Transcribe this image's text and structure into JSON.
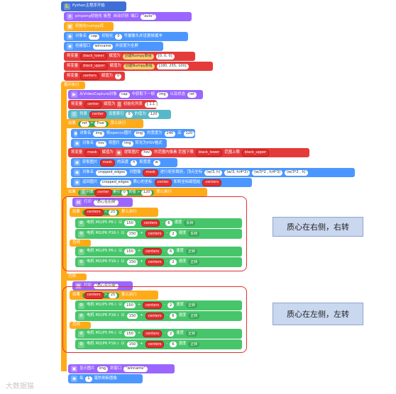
{
  "blocks": {
    "start": "Python主程序开始",
    "cam_init_a": "pinpong初始化 板型",
    "cam_init_b": "自动识别",
    "cam_init_c": "端口",
    "cam_init_port": "\"auto\"",
    "numpy_init": "初始化numpy库",
    "cap_init_a": "对象名",
    "cap_init_obj": "cap",
    "cap_init_b": "初始化",
    "cap_init_num": "0",
    "cap_init_c": "号摄像头并设置帧缓冲",
    "win_a": "创建窗口",
    "win_name": "winname",
    "win_b": "并设置为全屏",
    "setvar": "将变量",
    "assign": "赋值为",
    "black_lower": "black_lower",
    "numpy_arr": "创建Numpy数组",
    "black_lower_val": "[0, 0, 0]",
    "black_upper": "black_upper",
    "black_upper_val": "[180, 255, 100]",
    "centers": "centers",
    "zero": "0",
    "loop": "循环执行",
    "read_a": "从VideoCapture对象",
    "read_b": "中获取下一帧",
    "img": "img",
    "read_c": "以及状态",
    "ret": "ret",
    "center": "center",
    "list_init": "初始化列表",
    "list_val": "[ 1,1 ]",
    "list_a": "列表",
    "list_b": "设置索引",
    "list_c": "的值为",
    "val120": "120",
    "if": "如果",
    "eq": "=",
    "true": "True",
    "then": "那么执行",
    "resize_a": "对象名",
    "resize_b": "将opencv图片",
    "resize_c": "的宽度为",
    "w240": "240",
    "resize_d": "高",
    "hsv_a": "对象名",
    "hsv": "hsv",
    "hsv_b": "将图片",
    "hsv_c": "转化为HSV格式",
    "mask_a": "将变量",
    "mask": "mask",
    "mask_b": "赋值为",
    "mask_c": "提取图片",
    "mask_d": "的范围内像素 范围下限",
    "mask_e": "范围上限",
    "getwh_a": "获取图片",
    "getwh_b": "的高度",
    "h": "h",
    "getwh_c": "和宽度",
    "w": "w",
    "crop_a": "对象名",
    "crop": "cropped_edges",
    "crop_b": "对图像",
    "crop_c": "进行矩形裁剪，顶点坐标",
    "crop_v1": "(w/3, h)",
    "crop_v2": "(w/3, h/4*3)",
    "crop_v3": "(w/3*2 , h/4*3)",
    "crop_v4": "(w/3*2 , h)",
    "ret_a": "返回图片",
    "ret_b": "质心的坐标",
    "ret_c": "和将坐标赋值给",
    "if2_a": "列表",
    "if2_b": "索引",
    "if2_c": "的值",
    "gt": ">",
    "print_right": "打印",
    "print_right_txt": "\"质心在右侧\"",
    "lt": "<",
    "val25": "25",
    "else": "否则",
    "print_left_txt": "\"质心在左侧\"",
    "motor_m1": "电机  M1(P5 P6-)",
    "motor_m2": "电机  M2(P6 P16-)",
    "motor_with": "以",
    "val150": "150",
    "plus": "+",
    "minus": "-",
    "speed": "速度",
    "forward": "正转",
    "reverse": "反转",
    "n6": "6",
    "n2": "2",
    "show_a": "显示图片",
    "show_b": "到窗口",
    "show_win": "\"winname\"",
    "wait_a": "每",
    "wait_num": "1",
    "wait_b": "毫秒刷新图像"
  },
  "notes": {
    "right": "质心在右侧，右转",
    "left": "质心在左侧，左转"
  },
  "watermark": "大数据猫",
  "colors": {
    "control": "#ffab19",
    "python": "#4c97ff",
    "variable": "#e53a3a",
    "motor": "#47c56b",
    "callout": "#e03030",
    "note_bg": "#c9d7ef"
  }
}
